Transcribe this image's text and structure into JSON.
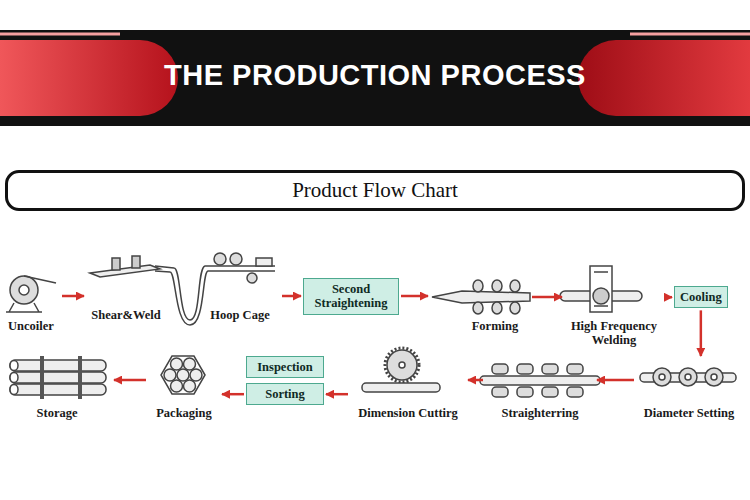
{
  "diagram": {
    "title": "THE PRODUCTION PROCESS",
    "nodes": [
      {
        "text": [
          "Product Flow Chart"
        ]
      },
      {
        "text": [
          "Uncoiler"
        ]
      },
      {
        "text": [
          "Shear&Weld"
        ]
      },
      {
        "text": [
          "Hoop Cage"
        ]
      },
      {
        "text": [
          "Second Straightening"
        ]
      },
      {
        "text": [
          "Forming"
        ]
      },
      {
        "text": [
          "High Frequency Welding"
        ]
      },
      {
        "text": [
          "Cooling"
        ]
      },
      {
        "text": [
          "Diameter Setting"
        ]
      },
      {
        "text": [
          "Straighterring"
        ]
      },
      {
        "text": [
          "Dimension Cuttirg"
        ]
      },
      {
        "text": [
          "Inspection"
        ]
      },
      {
        "text": [
          "Sorting"
        ]
      },
      {
        "text": [
          "Packaging"
        ]
      },
      {
        "text": [
          "Storage"
        ]
      }
    ],
    "edges": [
      {
        "from": 1,
        "to": 2,
        "arrow": "to"
      },
      {
        "from": 3,
        "to": 4,
        "arrow": "to"
      },
      {
        "from": 4,
        "to": 5,
        "arrow": "to"
      },
      {
        "from": 5,
        "to": 6,
        "arrow": "to"
      },
      {
        "from": 6,
        "to": 7,
        "arrow": "to"
      },
      {
        "from": 7,
        "to": 8,
        "arrow": "to"
      },
      {
        "from": 8,
        "to": 9,
        "arrow": "to"
      },
      {
        "from": 9,
        "to": 10,
        "arrow": "to"
      },
      {
        "from": 10,
        "to": 12,
        "arrow": "to"
      },
      {
        "from": 12,
        "to": 13,
        "arrow": "to"
      },
      {
        "from": 13,
        "to": 14,
        "arrow": "to"
      }
    ]
  }
}
